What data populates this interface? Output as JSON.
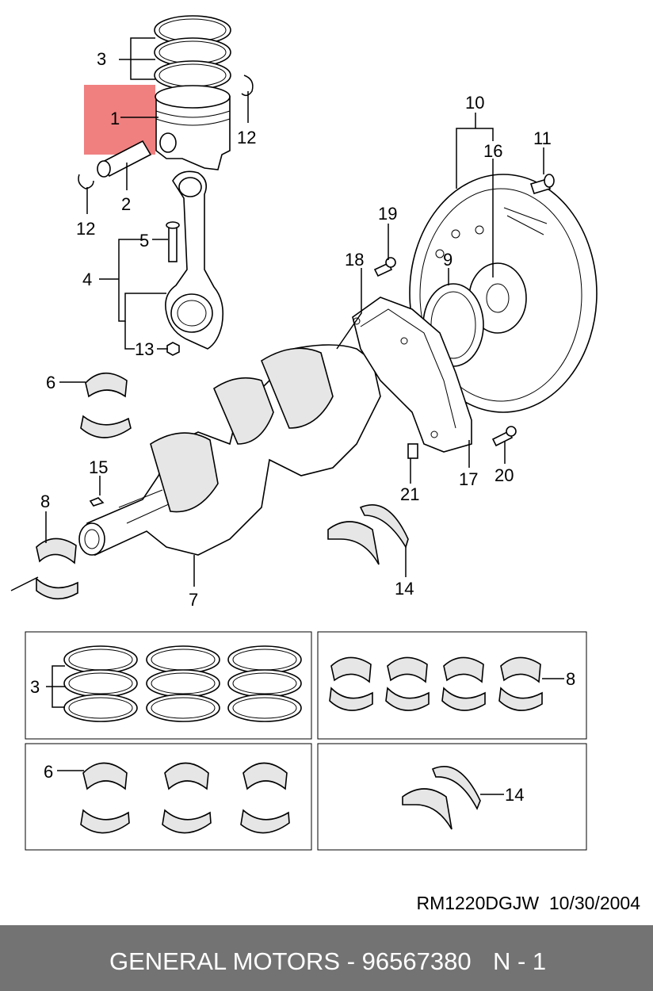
{
  "diagram": {
    "highlight_color": "#f08080",
    "callouts": {
      "c1": "1",
      "c2": "2",
      "c3": "3",
      "c4": "4",
      "c5": "5",
      "c6": "6",
      "c7": "7",
      "c8": "8",
      "c9": "9",
      "c10": "10",
      "c11": "11",
      "c12a": "12",
      "c12b": "12",
      "c13": "13",
      "c14": "14",
      "c15": "15",
      "c16": "16",
      "c17": "17",
      "c18": "18",
      "c19": "19",
      "c20": "20",
      "c21": "21",
      "kit_rings": "3",
      "kit_main_bearings": "8",
      "kit_rod_bearings": "6",
      "kit_thrust": "14"
    }
  },
  "document": {
    "reference": "RM1220DGJW  10/30/2004"
  },
  "footer": {
    "text": "GENERAL MOTORS - 96567380",
    "page": "N - 1",
    "background": "#737373"
  }
}
